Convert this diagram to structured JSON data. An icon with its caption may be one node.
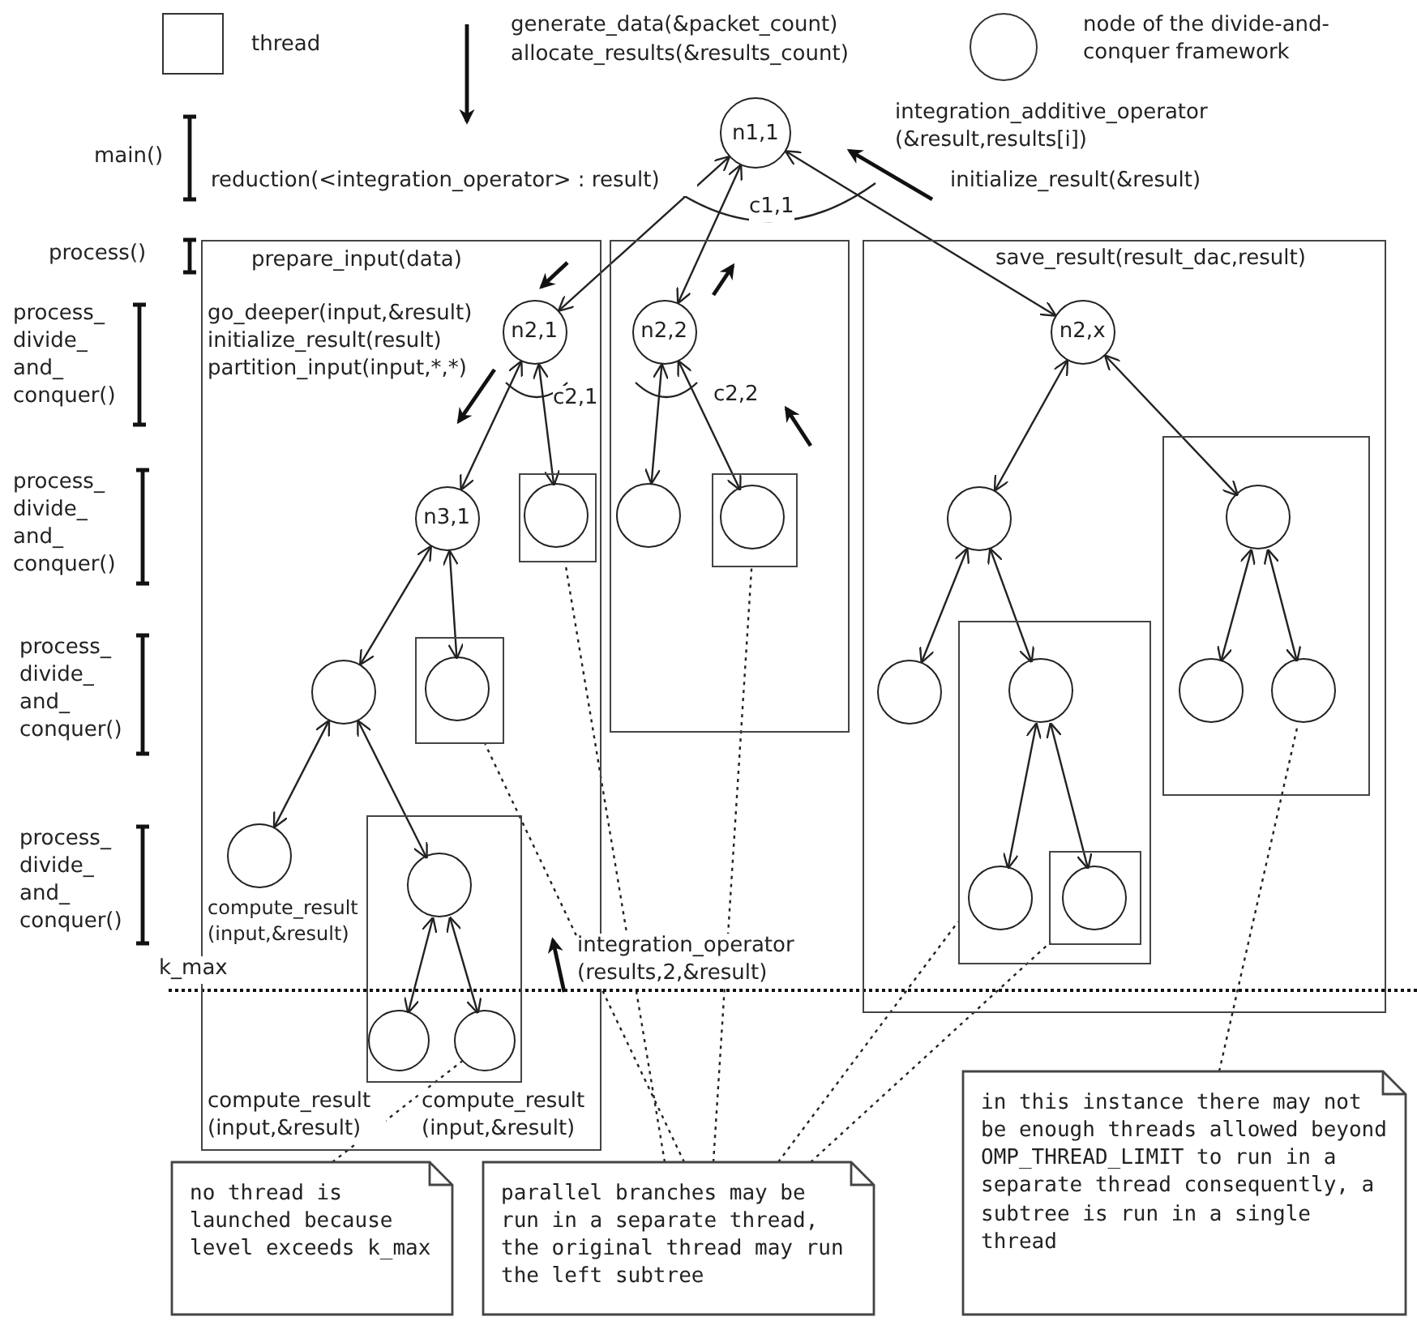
{
  "diagram": {
    "nodes": [
      {
        "text": [
          "n1,1"
        ]
      },
      {
        "text": [],
        "shape": "box"
      },
      {
        "text": [
          "n2,1"
        ],
        "in": 1
      },
      {
        "text": [
          "n3,1"
        ],
        "in": 1
      },
      {
        "text": [],
        "shape": "box",
        "in": 1
      },
      {
        "text": [],
        "shape": "circle",
        "in": 4
      },
      {
        "text": [],
        "shape": "circle",
        "in": 1
      },
      {
        "text": [],
        "shape": "box",
        "in": 1
      },
      {
        "text": [],
        "shape": "circle",
        "in": 7
      },
      {
        "text": [],
        "shape": "circle",
        "in": 1
      },
      {
        "text": [],
        "shape": "box",
        "in": 1
      },
      {
        "text": [],
        "shape": "circle",
        "in": 10
      },
      {
        "text": [],
        "shape": "circle",
        "in": 10
      },
      {
        "text": [],
        "shape": "circle",
        "in": 10
      },
      {
        "text": [],
        "shape": "box"
      },
      {
        "text": [
          "n2,2"
        ],
        "in": 14
      },
      {
        "text": [],
        "shape": "circle",
        "in": 14
      },
      {
        "text": [],
        "shape": "box",
        "in": 14
      },
      {
        "text": [],
        "shape": "circle",
        "in": 17
      },
      {
        "text": [],
        "shape": "box"
      },
      {
        "text": [
          "n2,x"
        ],
        "in": 19
      },
      {
        "text": [],
        "shape": "circle",
        "in": 19
      },
      {
        "text": [],
        "shape": "circle",
        "in": 19
      },
      {
        "text": [],
        "shape": "box",
        "in": 19
      },
      {
        "text": [],
        "shape": "circle",
        "in": 23
      },
      {
        "text": [],
        "shape": "circle",
        "in": 23
      },
      {
        "text": [],
        "shape": "box",
        "in": 23
      },
      {
        "text": [],
        "shape": "circle",
        "in": 26
      },
      {
        "text": [],
        "shape": "box",
        "in": 19
      },
      {
        "text": [],
        "shape": "circle",
        "in": 28
      },
      {
        "text": [],
        "shape": "circle",
        "in": 28
      },
      {
        "text": [],
        "shape": "circle",
        "in": 28
      },
      {
        "text": [
          "no thread is launched because level exceeds k_max"
        ]
      },
      {
        "text": [
          "parallel branches may be run in a separate thread, the original thread may run the left subtree"
        ]
      },
      {
        "text": [
          "in this instance there may not be enough threads allowed beyond OMP_THREAD_LIMIT to run in a separate thread consequently, a subtree is run in a single thread"
        ]
      }
    ],
    "edges": [
      {
        "from": 0,
        "to": 2,
        "arrow": "both"
      },
      {
        "from": 0,
        "to": 15,
        "arrow": "both"
      },
      {
        "from": 0,
        "to": 20,
        "arrow": "both"
      },
      {
        "from": 2,
        "to": 3,
        "arrow": "both"
      },
      {
        "from": 2,
        "to": 5,
        "arrow": "both"
      },
      {
        "from": 15,
        "to": 16,
        "arrow": "both"
      },
      {
        "from": 15,
        "to": 18,
        "arrow": "both"
      },
      {
        "from": 20,
        "to": 21,
        "arrow": "both"
      },
      {
        "from": 20,
        "to": 29,
        "arrow": "both"
      },
      {
        "from": 3,
        "to": 6,
        "arrow": "both"
      },
      {
        "from": 3,
        "to": 8,
        "arrow": "both"
      },
      {
        "from": 6,
        "to": 9,
        "arrow": "both"
      },
      {
        "from": 6,
        "to": 11,
        "arrow": "both"
      },
      {
        "from": 11,
        "to": 12,
        "arrow": "both"
      },
      {
        "from": 11,
        "to": 13,
        "arrow": "both"
      },
      {
        "from": 21,
        "to": 22,
        "arrow": "both"
      },
      {
        "from": 21,
        "to": 24,
        "arrow": "both"
      },
      {
        "from": 24,
        "to": 25,
        "arrow": "both"
      },
      {
        "from": 24,
        "to": 27,
        "arrow": "both"
      },
      {
        "from": 29,
        "to": 30,
        "arrow": "both"
      },
      {
        "from": 29,
        "to": 31,
        "arrow": "both"
      },
      {
        "from": 32,
        "to": 13,
        "arrow": "none",
        "style": "dashed"
      },
      {
        "from": 33,
        "to": 4,
        "arrow": "none",
        "style": "dashed"
      },
      {
        "from": 33,
        "to": 7,
        "arrow": "none",
        "style": "dashed"
      },
      {
        "from": 33,
        "to": 17,
        "arrow": "none",
        "style": "dashed"
      },
      {
        "from": 33,
        "to": 23,
        "arrow": "none",
        "style": "dashed"
      },
      {
        "from": 33,
        "to": 26,
        "arrow": "none",
        "style": "dashed"
      },
      {
        "from": 34,
        "to": 31,
        "arrow": "none",
        "style": "dashed"
      }
    ],
    "labels": [
      "generate_data(&packet_count)",
      "allocate_results(&results_count)",
      "integration_additive_operator (&result,results[i])",
      "main()",
      "initialize_result(&result)",
      "c1,1",
      "process()",
      "prepare_input(data)",
      "save_result(result_dac,result)",
      "process_ divide_ and_ conquer()",
      "go_deeper(input,&result)",
      "initialize_result(result)",
      "partition_input(input,*,*)",
      "reduction(<integration_operator> : result)",
      "c2,1",
      "c2,2",
      "process_ divide_ and_ conquer()",
      "process_ divide_ and_ conquer()",
      "process_ divide_ and_ conquer()",
      "compute_result (input,&result)",
      "k_max",
      "integration_operator (results,2,&result)",
      "compute_result (input,&result)",
      "compute_result (input,&result)"
    ],
    "legend": [
      {
        "text": "thread"
      },
      {
        "text": "node of the divide-and-conquer framework"
      }
    ]
  }
}
